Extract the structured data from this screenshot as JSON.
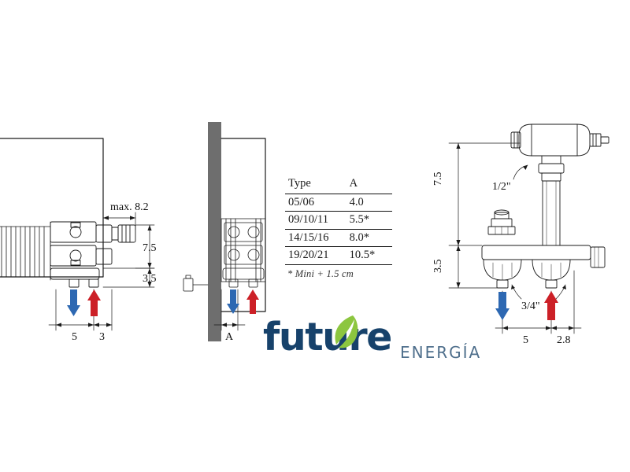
{
  "table": {
    "headers": [
      "Type",
      "A"
    ],
    "rows": [
      {
        "type": "05/06",
        "a": "4.0"
      },
      {
        "type": "09/10/11",
        "a": "5.5*"
      },
      {
        "type": "14/15/16",
        "a": "8.0*"
      },
      {
        "type": "19/20/21",
        "a": "10.5*"
      }
    ],
    "note": "* Mini + 1.5 cm"
  },
  "logo": {
    "word": "future",
    "sub": "ENERGÍA"
  },
  "left_view": {
    "max_label": "max. 8.2",
    "dim_75": "7.5",
    "dim_35": "3.5",
    "dim_5": "5",
    "dim_3": "3"
  },
  "middle_view": {
    "dim_a": "A"
  },
  "right_view": {
    "dim_75": "7.5",
    "dim_35": "3.5",
    "thread_half": "1/2\"",
    "thread_three_quarter": "3/4\"",
    "dim_5": "5",
    "dim_28": "2.8"
  },
  "colors": {
    "flow_red": "#cc2027",
    "flow_blue": "#2d68b2",
    "line": "#1a1a1a",
    "wall": "#6e6e6e",
    "logo_blue": "#17426b",
    "logo_sub": "#4f6f8c",
    "leaf_green": "#8cc63f"
  }
}
